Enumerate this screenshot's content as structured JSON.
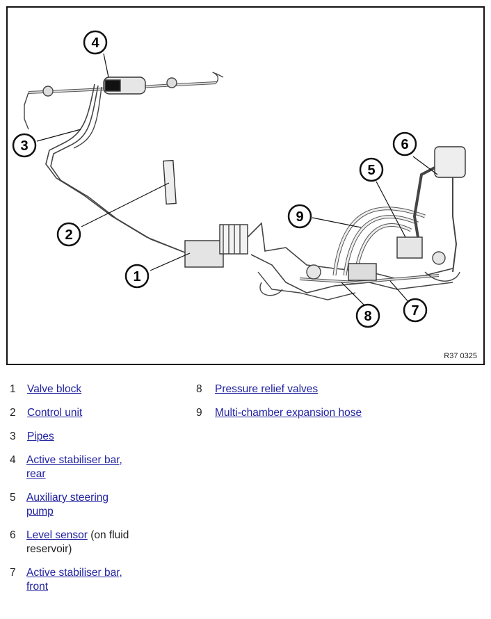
{
  "figure": {
    "reference_code": "R37 0325",
    "callouts": [
      "4",
      "3",
      "2",
      "1",
      "6",
      "5",
      "9",
      "8",
      "7"
    ]
  },
  "legend": [
    {
      "number": "1",
      "link": "Valve block",
      "suffix": ""
    },
    {
      "number": "2",
      "link": "Control unit",
      "suffix": ""
    },
    {
      "number": "3",
      "link": "Pipes",
      "suffix": ""
    },
    {
      "number": "4",
      "link_line1": "Active stabiliser bar,",
      "link_line2": "rear"
    },
    {
      "number": "5",
      "link_line1": "Auxiliary steering",
      "link_line2": "pump"
    },
    {
      "number": "6",
      "link": "Level sensor",
      "suffix": " (on fluid",
      "suffix_line2": "reservoir)"
    },
    {
      "number": "7",
      "link_line1": "Active stabiliser bar,",
      "link_line2": "front"
    },
    {
      "number": "8",
      "link": "Pressure relief valves",
      "suffix": ""
    },
    {
      "number": "9",
      "link": "Multi-chamber expansion hose",
      "suffix": ""
    }
  ]
}
